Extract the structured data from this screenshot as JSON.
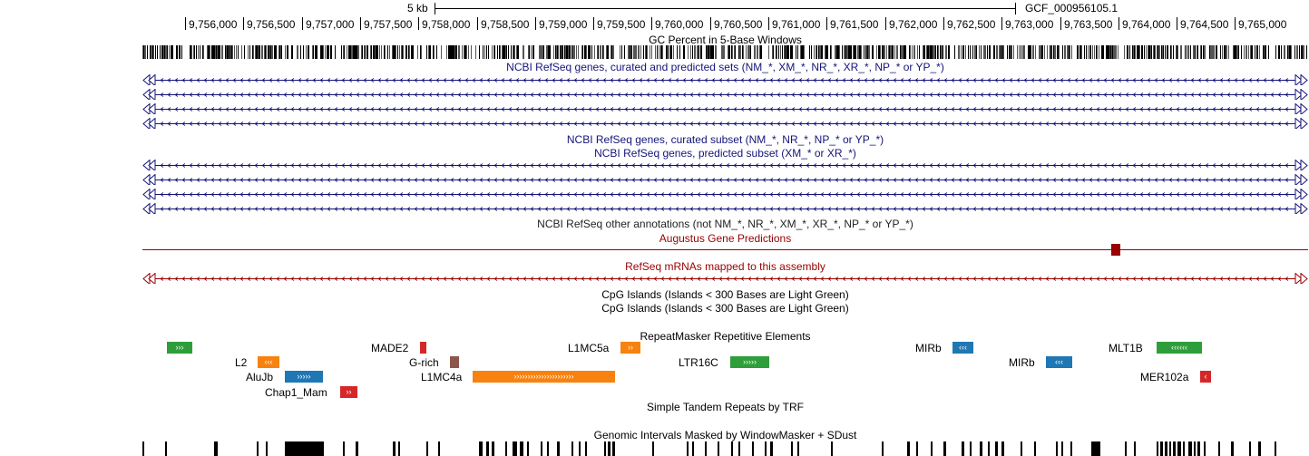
{
  "ruler": {
    "scale_label": "5 kb",
    "assembly": "GCF_000956105.1",
    "ticks": [
      "9,756,000",
      "9,756,500",
      "9,757,000",
      "9,757,500",
      "9,758,000",
      "9,758,500",
      "9,759,000",
      "9,759,500",
      "9,760,000",
      "9,760,500",
      "9,761,000",
      "9,761,500",
      "9,762,000",
      "9,762,500",
      "9,763,000",
      "9,763,500",
      "9,764,000",
      "9,764,500",
      "9,765,000"
    ]
  },
  "tracks": {
    "gc_percent": "GC Percent in 5-Base Windows",
    "refseq_all": "NCBI RefSeq genes, curated and predicted sets (NM_*, XM_*, NR_*, XR_*, NP_* or YP_*)",
    "refseq_curated": "NCBI RefSeq genes, curated subset (NM_*, NR_*, NP_* or YP_*)",
    "refseq_predicted": "NCBI RefSeq genes, predicted subset (XM_* or XR_*)",
    "refseq_other": "NCBI RefSeq other annotations (not NM_*, NR_*, XM_*, XR_*, NP_* or YP_*)",
    "augustus": "Augustus Gene Predictions",
    "refseq_mrna": "RefSeq mRNAs mapped to this assembly",
    "cpg1": "CpG Islands (Islands < 300 Bases are Light Green)",
    "cpg2": "CpG Islands (Islands < 300 Bases are Light Green)",
    "repeatmasker": "RepeatMasker Repetitive Elements",
    "trf": "Simple Tandem Repeats by TRF",
    "windowmasker": "Genomic Intervals Masked by WindowMasker + SDust"
  },
  "repeats": {
    "L2": "L2",
    "AluJb": "AluJb",
    "Chap1_Mam": "Chap1_Mam",
    "MADE2": "MADE2",
    "G_rich": "G-rich",
    "L1MC4a": "L1MC4a",
    "L1MC5a": "L1MC5a",
    "LTR16C": "LTR16C",
    "MIRb_1": "MIRb",
    "MIRb_2": "MIRb",
    "MLT1B": "MLT1B",
    "MER102a": "MER102a"
  },
  "colors": {
    "navy": "#14147a",
    "darkred": "#990000",
    "green": "#2e9e3a",
    "orange": "#f7820f",
    "blue": "#1f77b4",
    "red": "#d62728",
    "brown": "#8c564b"
  }
}
